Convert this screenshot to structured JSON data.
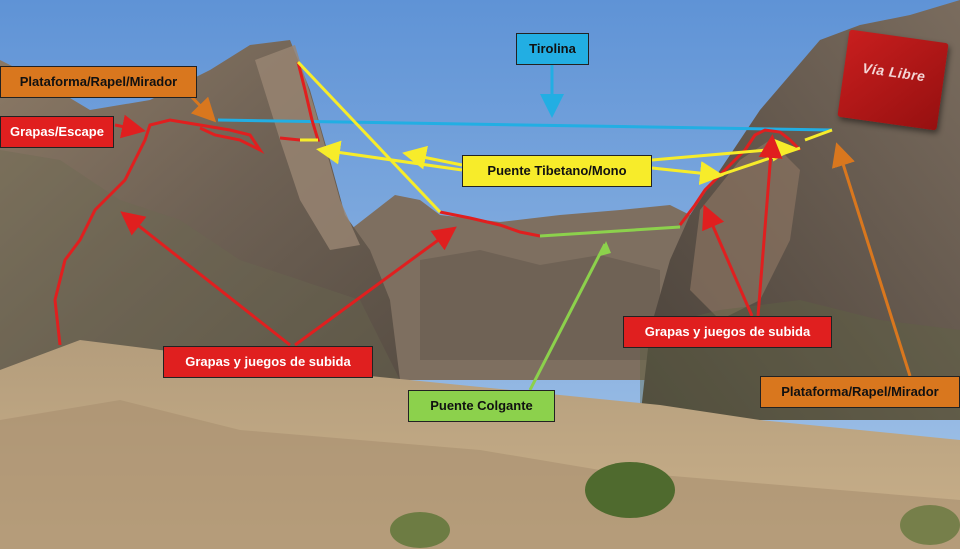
{
  "annotations": {
    "plataforma_left": "Plataforma/Rapel/Mirador",
    "grapas_escape": "Grapas/Escape",
    "tirolina": "Tirolina",
    "puente_tibetano": "Puente Tibetano/Mono",
    "grapas_left": "Grapas y juegos de subida",
    "grapas_right": "Grapas y juegos de subida",
    "puente_colgante": "Puente Colgante",
    "plataforma_right": "Plataforma/Rapel/Mirador"
  },
  "logo": {
    "text": "Vía Libre"
  },
  "colors": {
    "orange": "#d9771e",
    "red": "#e01f1f",
    "yellow": "#f7ec2a",
    "blue": "#22aee3",
    "green": "#8cd14c"
  }
}
